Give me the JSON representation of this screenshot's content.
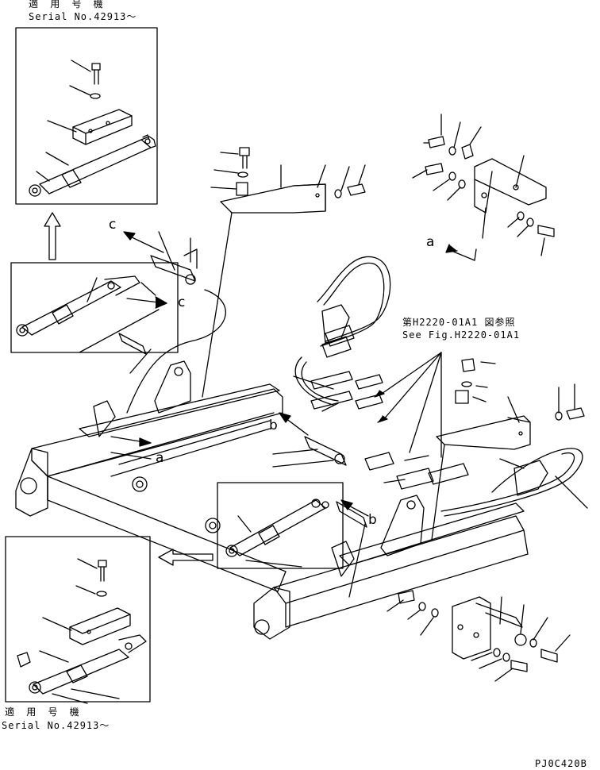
{
  "top_inset": {
    "applicable_label": "適 用 号 機",
    "serial": "Serial No.42913～"
  },
  "bottom_inset": {
    "applicable_label": "適 用 号 機",
    "serial": "Serial No.42913～"
  },
  "reference": {
    "jp": "第H2220-01A1 図参照",
    "en": "See Fig.H2220-01A1"
  },
  "callouts": {
    "a_top": "a",
    "a_frame": "a",
    "b_mid": "b",
    "b_right": "b",
    "c_top": "c",
    "c_inset": "c"
  },
  "drawing_code": "PJ0C420B"
}
